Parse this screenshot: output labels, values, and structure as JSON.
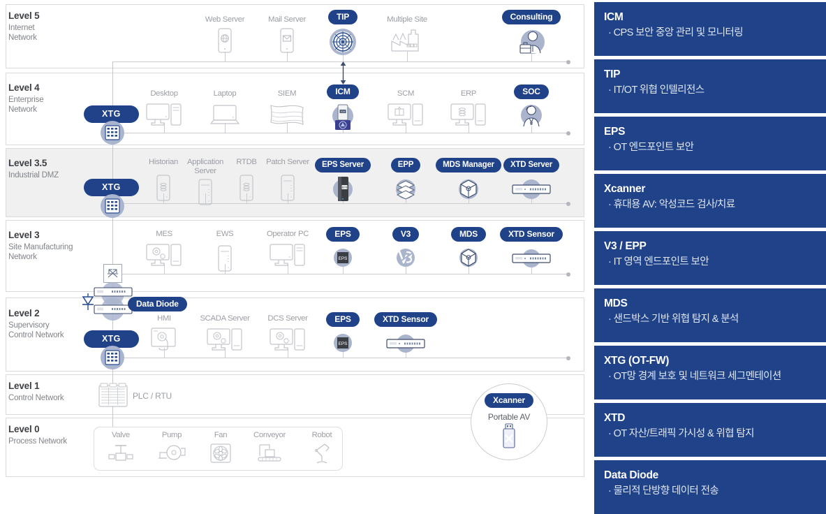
{
  "diagram": {
    "bands": [
      {
        "title": "Level 5",
        "subtitle": "Internet\nNetwork"
      },
      {
        "title": "Level 4",
        "subtitle": "Enterprise\nNetwork"
      },
      {
        "title": "Level 3.5",
        "subtitle": "Industrial DMZ"
      },
      {
        "title": "Level 3",
        "subtitle": "Site Manufacturing\nNetwork"
      },
      {
        "title": "Level 2",
        "subtitle": "Supervisory\nControl Network"
      },
      {
        "title": "Level 1",
        "subtitle": "Control Network"
      },
      {
        "title": "Level 0",
        "subtitle": "Process Network"
      }
    ],
    "level5_nodes": [
      {
        "label": "Web Server",
        "type": "plain",
        "icon": "web-server-icon"
      },
      {
        "label": "Mail Server",
        "type": "plain",
        "icon": "mail-server-icon"
      },
      {
        "label": "TIP",
        "type": "product",
        "icon": "tip-icon"
      },
      {
        "label": "Multiple Site",
        "type": "plain",
        "icon": "factory-icon"
      },
      {
        "label": "Consulting",
        "type": "product",
        "icon": "consultant-icon"
      }
    ],
    "level4_nodes": [
      {
        "label": "Desktop",
        "type": "plain",
        "icon": "desktop-pc-icon"
      },
      {
        "label": "Laptop",
        "type": "plain",
        "icon": "laptop-icon"
      },
      {
        "label": "SIEM",
        "type": "plain",
        "icon": "siem-icon"
      },
      {
        "label": "ICM",
        "type": "product",
        "icon": "icm-icon"
      },
      {
        "label": "SCM",
        "type": "plain",
        "icon": "scm-icon"
      },
      {
        "label": "ERP",
        "type": "plain",
        "icon": "erp-icon"
      },
      {
        "label": "SOC",
        "type": "product",
        "icon": "soc-analyst-icon"
      }
    ],
    "level35_nodes": [
      {
        "label": "Historian",
        "type": "plain",
        "icon": "historian-server-icon"
      },
      {
        "label": "Application Server",
        "type": "plain",
        "icon": "application-server-icon"
      },
      {
        "label": "RTDB",
        "type": "plain",
        "icon": "rtdb-server-icon"
      },
      {
        "label": "Patch Server",
        "type": "plain",
        "icon": "patch-server-icon"
      },
      {
        "label": "EPS Server",
        "type": "product",
        "icon": "eps-server-icon"
      },
      {
        "label": "EPP",
        "type": "product",
        "icon": "epp-layers-icon"
      },
      {
        "label": "MDS Manager",
        "type": "product",
        "icon": "mds-cube-icon"
      },
      {
        "label": "XTD Server",
        "type": "product",
        "icon": "xtd-appliance-icon"
      }
    ],
    "level3_nodes": [
      {
        "label": "MES",
        "type": "plain",
        "icon": "mes-icon"
      },
      {
        "label": "EWS",
        "type": "plain",
        "icon": "ews-icon"
      },
      {
        "label": "Operator PC",
        "type": "plain",
        "icon": "operator-pc-icon"
      },
      {
        "label": "EPS",
        "type": "product",
        "icon": "eps-icon"
      },
      {
        "label": "V3",
        "type": "product",
        "icon": "v3-icon"
      },
      {
        "label": "MDS",
        "type": "product",
        "icon": "mds-cube-icon"
      },
      {
        "label": "XTD Sensor",
        "type": "product",
        "icon": "xtd-appliance-icon"
      }
    ],
    "level2_nodes": [
      {
        "label": "HMI",
        "type": "plain",
        "icon": "hmi-icon"
      },
      {
        "label": "SCADA Server",
        "type": "plain",
        "icon": "scada-server-icon"
      },
      {
        "label": "DCS Server",
        "type": "plain",
        "icon": "dcs-server-icon"
      },
      {
        "label": "EPS",
        "type": "product",
        "icon": "eps-icon"
      },
      {
        "label": "XTD Sensor",
        "type": "product",
        "icon": "xtd-appliance-icon"
      }
    ],
    "level0_nodes": [
      {
        "label": "Valve",
        "icon": "valve-icon"
      },
      {
        "label": "Pump",
        "icon": "pump-icon"
      },
      {
        "label": "Fan",
        "icon": "fan-icon"
      },
      {
        "label": "Conveyor",
        "icon": "conveyor-icon"
      },
      {
        "label": "Robot",
        "icon": "robot-arm-icon"
      }
    ],
    "xtg_labels": [
      "XTG",
      "XTG",
      "XTG"
    ],
    "data_diode_label": "Data Diode",
    "plc_label": "PLC / RTU",
    "xcanner": {
      "pill": "Xcanner",
      "subtitle": "Portable AV",
      "icon": "usb-stick-icon"
    }
  },
  "sidebar": {
    "cards": [
      {
        "title": "ICM",
        "desc": "· CPS 보안 중앙 관리 및 모니터링"
      },
      {
        "title": "TIP",
        "desc": "· IT/OT 위협 인텔리전스"
      },
      {
        "title": "EPS",
        "desc": "· OT 엔드포인트 보안"
      },
      {
        "title": "Xcanner",
        "desc": "· 휴대용 AV: 악성코드 검사/치료"
      },
      {
        "title": "V3 / EPP",
        "desc": "· IT 영역 엔드포인트 보안"
      },
      {
        "title": "MDS",
        "desc": "· 샌드박스 기반 위협 탐지 & 분석"
      },
      {
        "title": "XTG (OT-FW)",
        "desc": "· OT망 경계 보호 및 네트워크 세그멘테이션"
      },
      {
        "title": "XTD",
        "desc": "· OT 자산/트래픽 가시성 & 위협 탐지"
      },
      {
        "title": "Data Diode",
        "desc": "· 물리적 단방향 데이터 전송"
      }
    ]
  },
  "colors": {
    "brand_blue": "#1f4289",
    "halo": "#a9b4ce",
    "line": "#c9ccd1",
    "dmz_bg": "#f0f0f1"
  }
}
